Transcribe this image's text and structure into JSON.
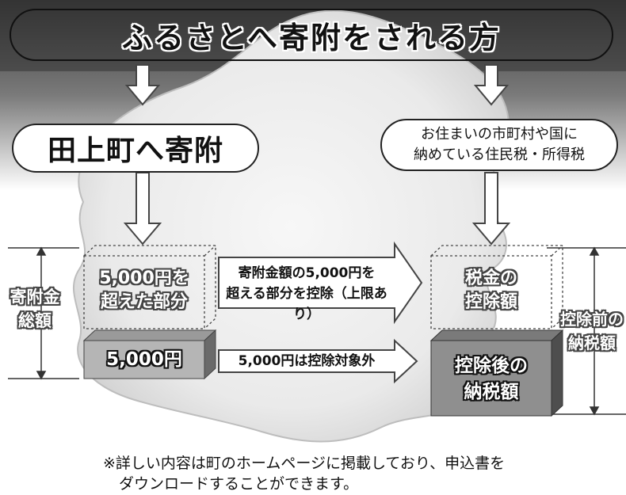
{
  "title": "ふるさとへ寄附をされる方",
  "left_box": "田上町へ寄附",
  "right_box": {
    "line1": "お住まいの市町村や国に",
    "line2": "納めている住民税・所得税"
  },
  "left_column": {
    "upper_line1": "5,000円を",
    "upper_line2": "超えた部分",
    "base": "5,000円",
    "side_label_line1": "寄附金",
    "side_label_line2": "総額"
  },
  "middle": {
    "arrow1_line1": "寄附金額の5,000円を",
    "arrow1_line2": "超える部分を控除（上限あり）",
    "arrow2": "5,000円は控除対象外"
  },
  "right_column": {
    "upper_line1": "税金の",
    "upper_line2": "控除額",
    "base_line1": "控除後の",
    "base_line2": "納税額",
    "side_label_line1": "控除前の",
    "side_label_line2": "納税額"
  },
  "footnote": {
    "line1": "※詳しい内容は町のホームページに掲載しており、申込書を",
    "line2": "ダウンロードすることができます。"
  }
}
